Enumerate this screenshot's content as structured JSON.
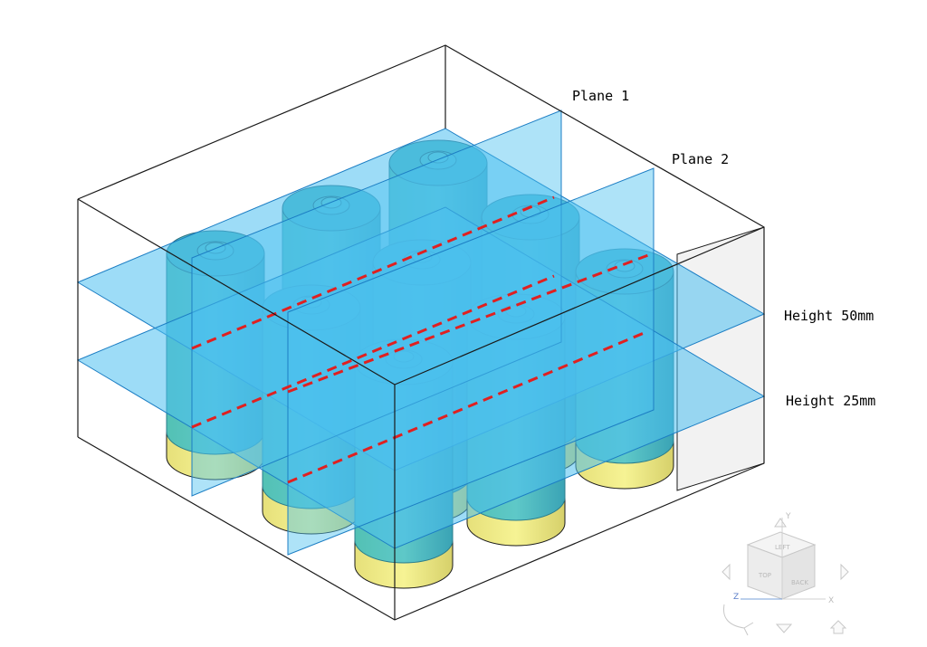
{
  "labels": {
    "plane1": "Plane 1",
    "plane2": "Plane 2",
    "height50": "Height 50mm",
    "height25": "Height 25mm"
  },
  "view_cube": {
    "faces": {
      "top": "TOP",
      "left": "LEFT",
      "back": "BACK"
    },
    "axes": {
      "x": "X",
      "y": "Y",
      "z": "Z"
    }
  },
  "colors": {
    "plane_fill": "#4cc0f0",
    "plane_edge": "#1c7ec4",
    "cylinder_top": "#4bb9c4",
    "cylinder_base": "#eeea86",
    "dashed_line": "#e02020",
    "box_edge": "#1a1a1a"
  }
}
